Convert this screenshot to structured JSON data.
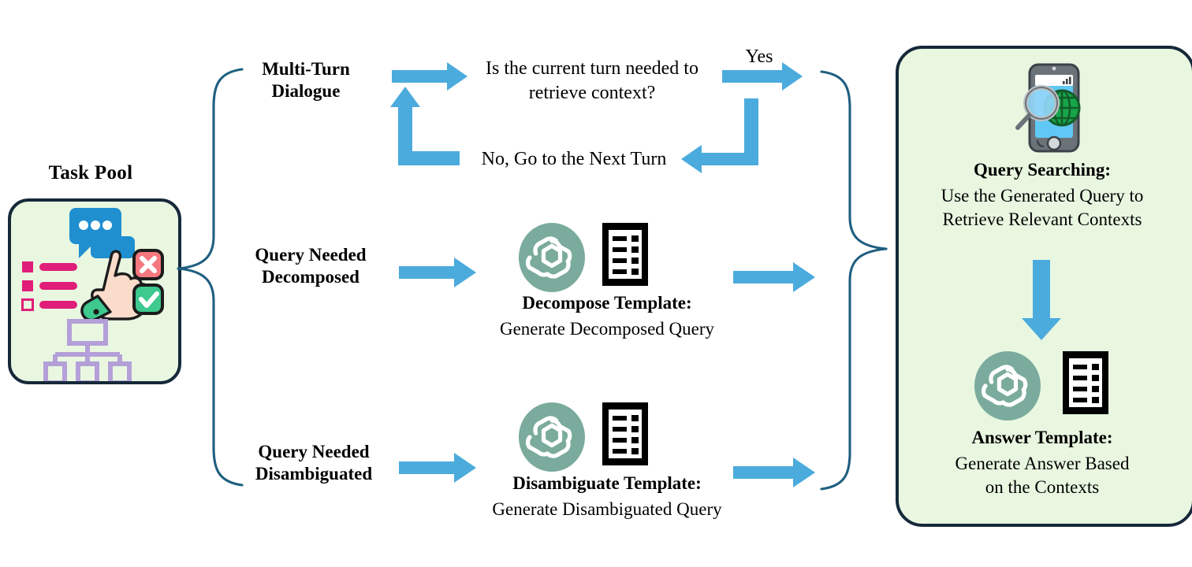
{
  "figure": {
    "type": "flow-diagram",
    "accent_arrow_color": "#4cabdd",
    "card_fill": "#e9f7e1",
    "card_border": "#16293a",
    "brace_color": "#1f5f80",
    "openai_logo_color": "#7aab9c"
  },
  "task_pool": {
    "label": "Task Pool",
    "icons": [
      "chat-bubble-icon",
      "checklist-icon",
      "pointing-hand-icon",
      "reject-badge-icon",
      "approve-badge-icon",
      "hierarchy-tree-icon"
    ]
  },
  "branches": [
    {
      "label": "Multi-Turn\nDialogue",
      "line1": "Multi-Turn",
      "line2": "Dialogue"
    },
    {
      "label": "Query Needed\nDecomposed",
      "line1": "Query Needed",
      "line2": "Decomposed"
    },
    {
      "label": "Query Needed\nDisambiguated",
      "line1": "Query Needed",
      "line2": "Disambiguated"
    }
  ],
  "multi_turn": {
    "decision": "Is the current turn needed to retrieve context?",
    "yes_label": "Yes",
    "no_label": "No, Go to the Next Turn"
  },
  "decompose": {
    "title": "Decompose Template:",
    "subtitle": "Generate Decomposed Query",
    "icons": [
      "openai-logo-icon",
      "document-list-icon"
    ]
  },
  "disambiguate": {
    "title": "Disambiguate Template:",
    "subtitle": "Generate Disambiguated Query",
    "icons": [
      "openai-logo-icon",
      "document-list-icon"
    ]
  },
  "right_panel": {
    "query_searching": {
      "title": "Query Searching:",
      "subtitle_line1": "Use the Generated Query to",
      "subtitle_line2": "Retrieve Relevant Contexts",
      "icon": "phone-search-globe-icon"
    },
    "answer": {
      "title": "Answer Template:",
      "subtitle_line1": "Generate Answer Based",
      "subtitle_line2": "on the Contexts",
      "icons": [
        "openai-logo-icon",
        "document-list-icon"
      ]
    }
  }
}
